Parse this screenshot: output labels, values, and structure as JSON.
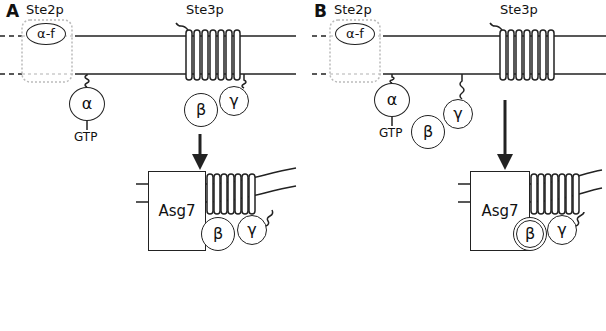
{
  "diagram": {
    "nodes": [
      {
        "text": [
          "α-f"
        ]
      },
      {
        "text": [
          "α"
        ]
      },
      {
        "text": [
          "β"
        ]
      },
      {
        "text": [
          "γ"
        ]
      },
      {
        "text": [
          "Asg7"
        ]
      },
      {
        "text": [
          "β"
        ]
      },
      {
        "text": [
          "γ"
        ]
      },
      {
        "text": [
          "α-f"
        ]
      },
      {
        "text": [
          "α"
        ]
      },
      {
        "text": [
          "β"
        ]
      },
      {
        "text": [
          "γ"
        ]
      },
      {
        "text": [
          "Asg7"
        ]
      },
      {
        "text": [
          "β"
        ]
      },
      {
        "text": [
          "γ"
        ]
      }
    ],
    "labels": [
      "A",
      "Ste2p",
      "Ste3p",
      "GTP",
      "B",
      "Ste2p",
      "Ste3p",
      "GTP"
    ]
  }
}
